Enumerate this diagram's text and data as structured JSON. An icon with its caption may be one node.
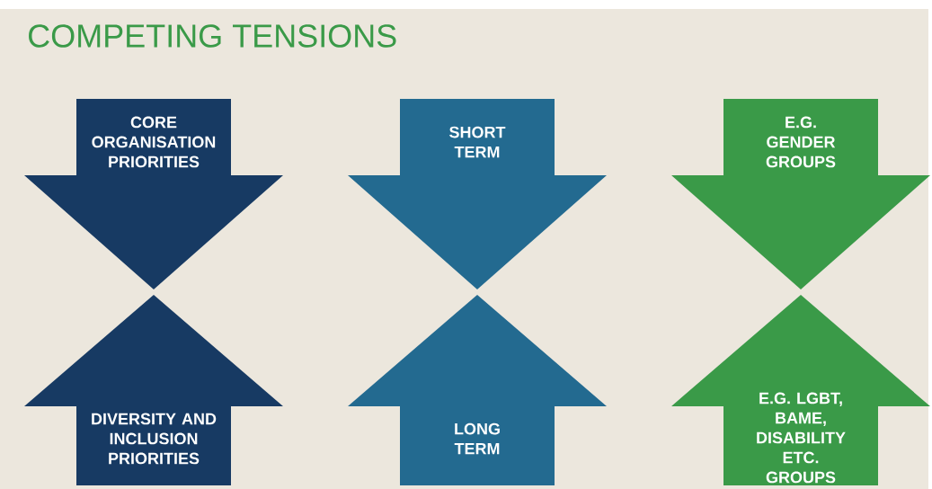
{
  "diagram": {
    "title": "COMPETING TENSIONS",
    "nodes": [
      {
        "text": [
          "CORE ORGANISATION PRIORITIES"
        ]
      },
      {
        "text": [
          "DIVERSITY AND INCLUSION PRIORITIES"
        ]
      },
      {
        "text": [
          "SHORT TERM"
        ]
      },
      {
        "text": [
          "LONG TERM"
        ]
      },
      {
        "text": [
          "E.G. GENDER GROUPS"
        ]
      },
      {
        "text": [
          "E.G. LGBT, BAME, DISABILITY ETC. GROUPS"
        ]
      }
    ]
  }
}
